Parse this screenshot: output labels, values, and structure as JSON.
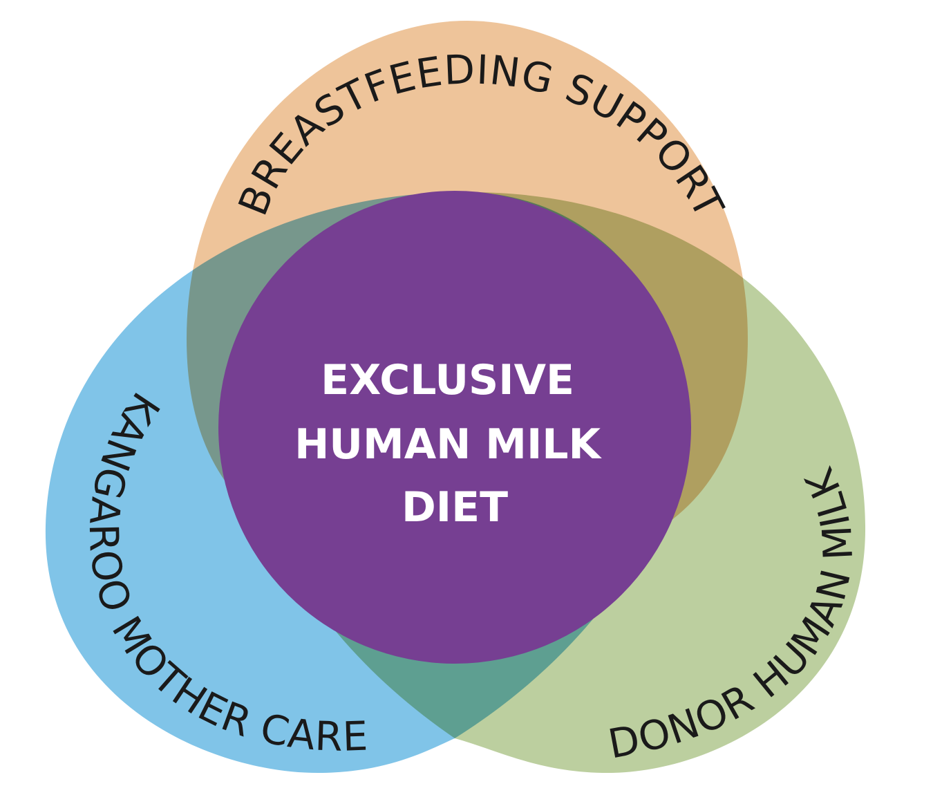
{
  "diagram": {
    "center": {
      "lines": [
        "EXCLUSIVE",
        "HUMAN MILK",
        "DIET"
      ],
      "color": "#763f92"
    },
    "sets": [
      {
        "key": "top",
        "label": "BREASTFEEDING SUPPORT",
        "color": "#eec49a"
      },
      {
        "key": "left",
        "label": "KANGAROO MOTHER CARE",
        "color": "#80c4e8"
      },
      {
        "key": "right",
        "label": "DONOR HUMAN MILK",
        "color": "#bccf9f"
      }
    ],
    "overlap_colors": {
      "top_left": "#6f9a8c",
      "top_right": "#b09e65",
      "left_right": "#629f90"
    }
  }
}
